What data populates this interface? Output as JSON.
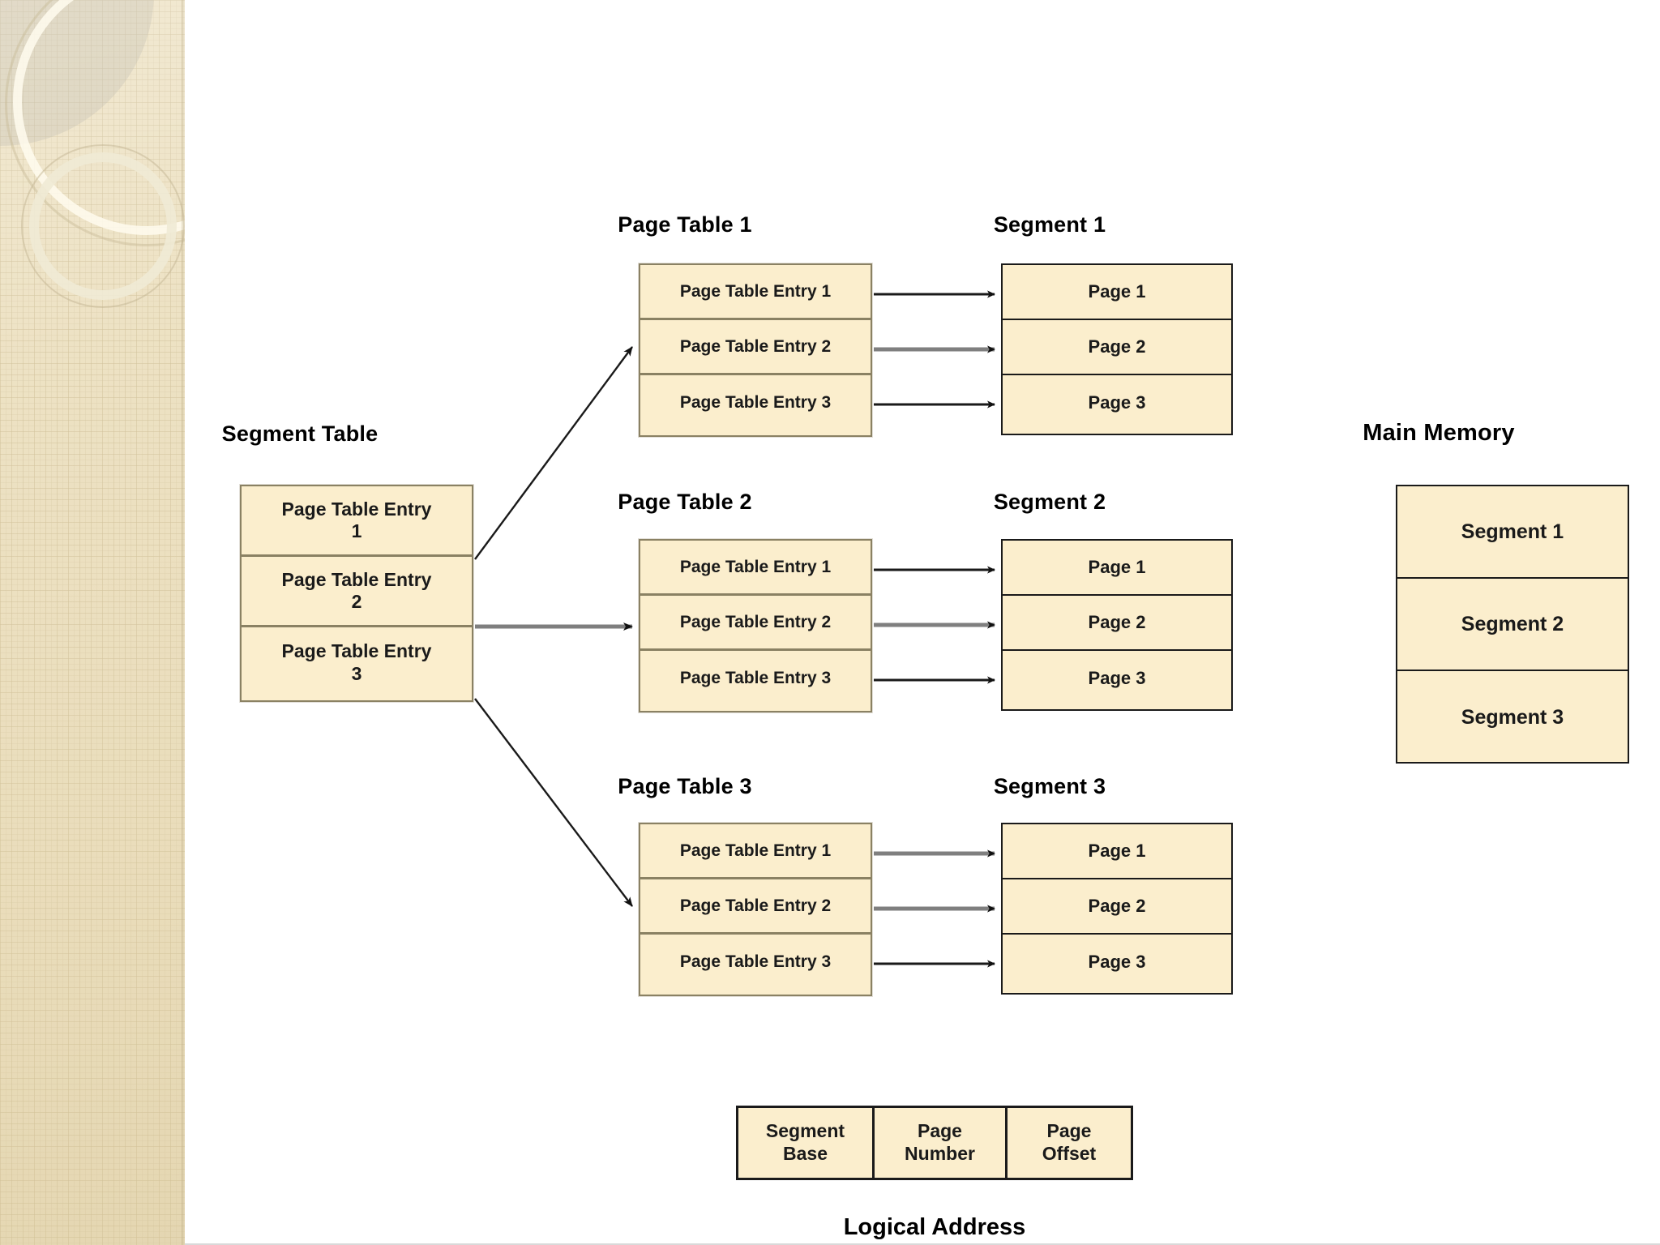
{
  "slide": {
    "background_color": "#ffffff",
    "sidebar_color": "#ece0c0",
    "box_fill_color": "#fbeecd",
    "pagetable_border_color": "#8a8163",
    "segment_border_color": "#1a1a1a",
    "arrow_black": "#1a1a1a",
    "arrow_gray": "#7f7f7f"
  },
  "segment_table": {
    "title": "Segment Table",
    "rows": [
      {
        "line1": "Page Table Entry",
        "line2": "1"
      },
      {
        "line1": "Page Table Entry",
        "line2": "2"
      },
      {
        "line1": "Page Table Entry",
        "line2": "3"
      }
    ]
  },
  "page_tables": [
    {
      "title": "Page Table 1",
      "rows": [
        "Page Table Entry 1",
        "Page Table Entry 2",
        "Page Table Entry 3"
      ]
    },
    {
      "title": "Page Table 2",
      "rows": [
        "Page Table Entry 1",
        "Page Table Entry 2",
        "Page Table Entry 3"
      ]
    },
    {
      "title": "Page Table 3",
      "rows": [
        "Page Table Entry 1",
        "Page Table Entry 2",
        "Page Table Entry 3"
      ]
    }
  ],
  "segments": [
    {
      "title": "Segment 1",
      "rows": [
        "Page 1",
        "Page 2",
        "Page 3"
      ]
    },
    {
      "title": "Segment 2",
      "rows": [
        "Page 1",
        "Page 2",
        "Page 3"
      ]
    },
    {
      "title": "Segment 3",
      "rows": [
        "Page 1",
        "Page 2",
        "Page 3"
      ]
    }
  ],
  "main_memory": {
    "title": "Main Memory",
    "rows": [
      "Segment 1",
      "Segment 2",
      "Segment 3"
    ]
  },
  "logical_address": {
    "label": "Logical Address",
    "cells": [
      {
        "line1": "Segment",
        "line2": "Base"
      },
      {
        "line1": "Page",
        "line2": "Number"
      },
      {
        "line1": "Page",
        "line2": "Offset"
      }
    ]
  }
}
